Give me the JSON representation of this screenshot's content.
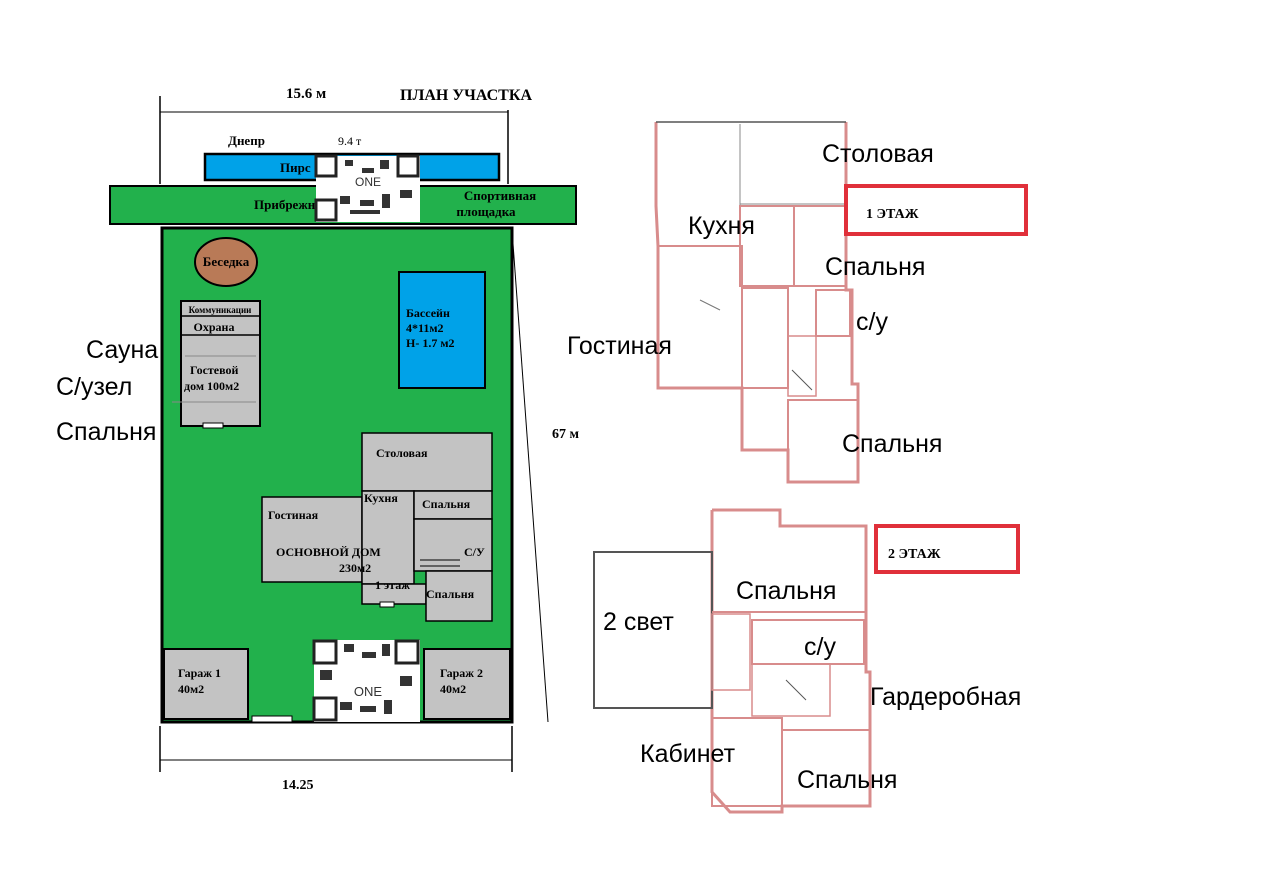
{
  "site": {
    "title": "ПЛАН УЧАСТКА",
    "top_width": "15.6 м",
    "bottom_width": "14.25",
    "length": "67 м",
    "river": "Днепр",
    "pier": "Пирс",
    "pier_size": "9.4 т",
    "shore": "Прибрежная",
    "sports": [
      "Спортивная",
      "площадка"
    ],
    "gazebo": "Беседка",
    "pool": [
      "Бассейн",
      "4*11м2",
      "Н- 1.7 м2"
    ],
    "guest": {
      "comm": "Коммуникации",
      "guard": "Охрана",
      "house": [
        "Гостевой",
        "дом 100м2"
      ],
      "sauna": "Сауна",
      "wc": "С/узел",
      "bedroom": "Спальня"
    },
    "main": {
      "dining": "Столовая",
      "kitchen": "Кухня",
      "bedroom1": "Спальня",
      "living": "Гостиная",
      "name": "ОСНОВНОЙ ДОМ",
      "area": "230м2",
      "wc": "С/У",
      "floor": "1 этаж",
      "bedroom2": "Спальня"
    },
    "garage1": [
      "Гараж 1",
      "40м2"
    ],
    "garage2": [
      "Гараж 2",
      "40м2"
    ],
    "watermark": "ONE"
  },
  "floor1": {
    "label": "1 ЭТАЖ",
    "dining": "Столовая",
    "kitchen": "Кухня",
    "bedroom_a": "Спальня",
    "wc": "с/у",
    "living": "Гостиная",
    "bedroom_b": "Спальня"
  },
  "floor2": {
    "label": "2 ЭТАЖ",
    "bedroom_a": "Спальня",
    "double_height": "2 свет",
    "wc": "с/у",
    "wardrobe": "Гардеробная",
    "office": "Кабинет",
    "bedroom_b": "Спальня"
  },
  "colors": {
    "lawn": "#22b14c",
    "water": "#00a2e8",
    "building": "#c3c3c3",
    "gazebo": "#b97a57",
    "label_frame": "#e0303a",
    "plan_wall": "#d88c8c"
  }
}
